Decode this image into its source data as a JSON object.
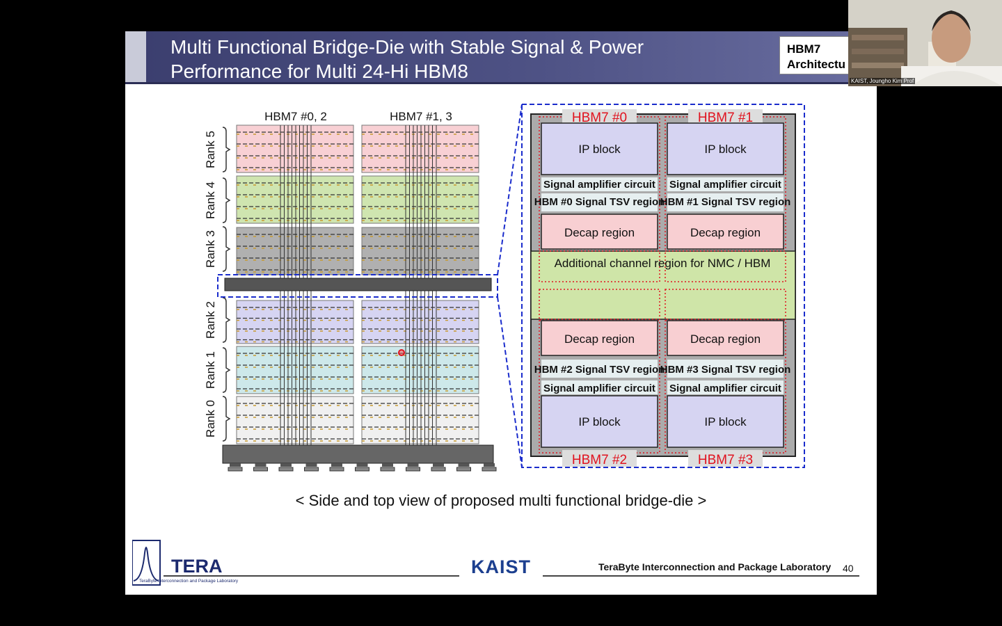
{
  "slide": {
    "title_line1": "Multi Functional Bridge-Die with Stable Signal & Power",
    "title_line2": "Performance for Multi 24-Hi HBM8",
    "tag_line1": "HBM7",
    "tag_line2": "Architectu",
    "caption": "< Side and top view of proposed multi functional bridge-die >",
    "page_number": "40"
  },
  "side_view": {
    "stack_labels": [
      "HBM7 #0, 2",
      "HBM7 #1, 3"
    ],
    "rank_labels": [
      "Rank 5",
      "Rank 4",
      "Rank 3",
      "Rank 2",
      "Rank 1",
      "Rank 0"
    ],
    "rank_colors": [
      "#f8d0d4",
      "#cfe5b0",
      "#b0b0b0",
      "#d6d4f2",
      "#cde8ea",
      "#f0f0f0"
    ]
  },
  "top_view": {
    "hbm_labels": [
      "HBM7 #0",
      "HBM7 #1",
      "HBM7 #2",
      "HBM7 #3"
    ],
    "ip_block": "IP block",
    "signal_amp": "Signal amplifier circuit",
    "tsv_regions": [
      "HBM #0 Signal TSV region",
      "HBM #1 Signal TSV region",
      "HBM #2 Signal TSV region",
      "HBM #3 Signal TSV region"
    ],
    "decap": "Decap region",
    "channel": "Additional channel region for NMC / HBM"
  },
  "footer": {
    "logo_text": "TERA",
    "logo_sub": "TeraByte Interconnection and Package Laboratory",
    "kaist": "KAIST",
    "lab_name": "TeraByte Interconnection and Package Laboratory"
  },
  "webcam": {
    "name": "KAIST, Joungho Kim Prof"
  },
  "colors": {
    "title_bar": "#4e5285",
    "ip_block": "#d6d4f2",
    "decap": "#f8cfd2",
    "channel": "#cfe5a8",
    "hbm_label_red": "#e0131f",
    "dashed_blue": "#1a2ccc"
  }
}
